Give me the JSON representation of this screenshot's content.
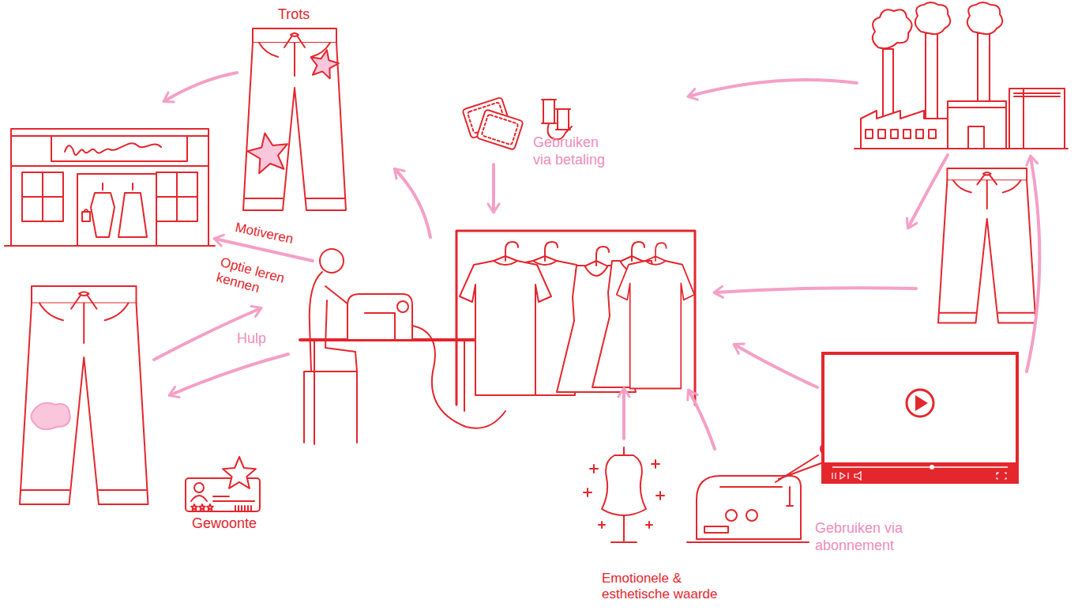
{
  "diagram": {
    "labels": [
      "Trots",
      "Gebruiken via betaling",
      "Motiveren",
      "Optie leren kennen",
      "Hulp",
      "Gewoonte",
      "Emotionele & esthetische waarde",
      "Gebruiken via abonnement"
    ]
  }
}
